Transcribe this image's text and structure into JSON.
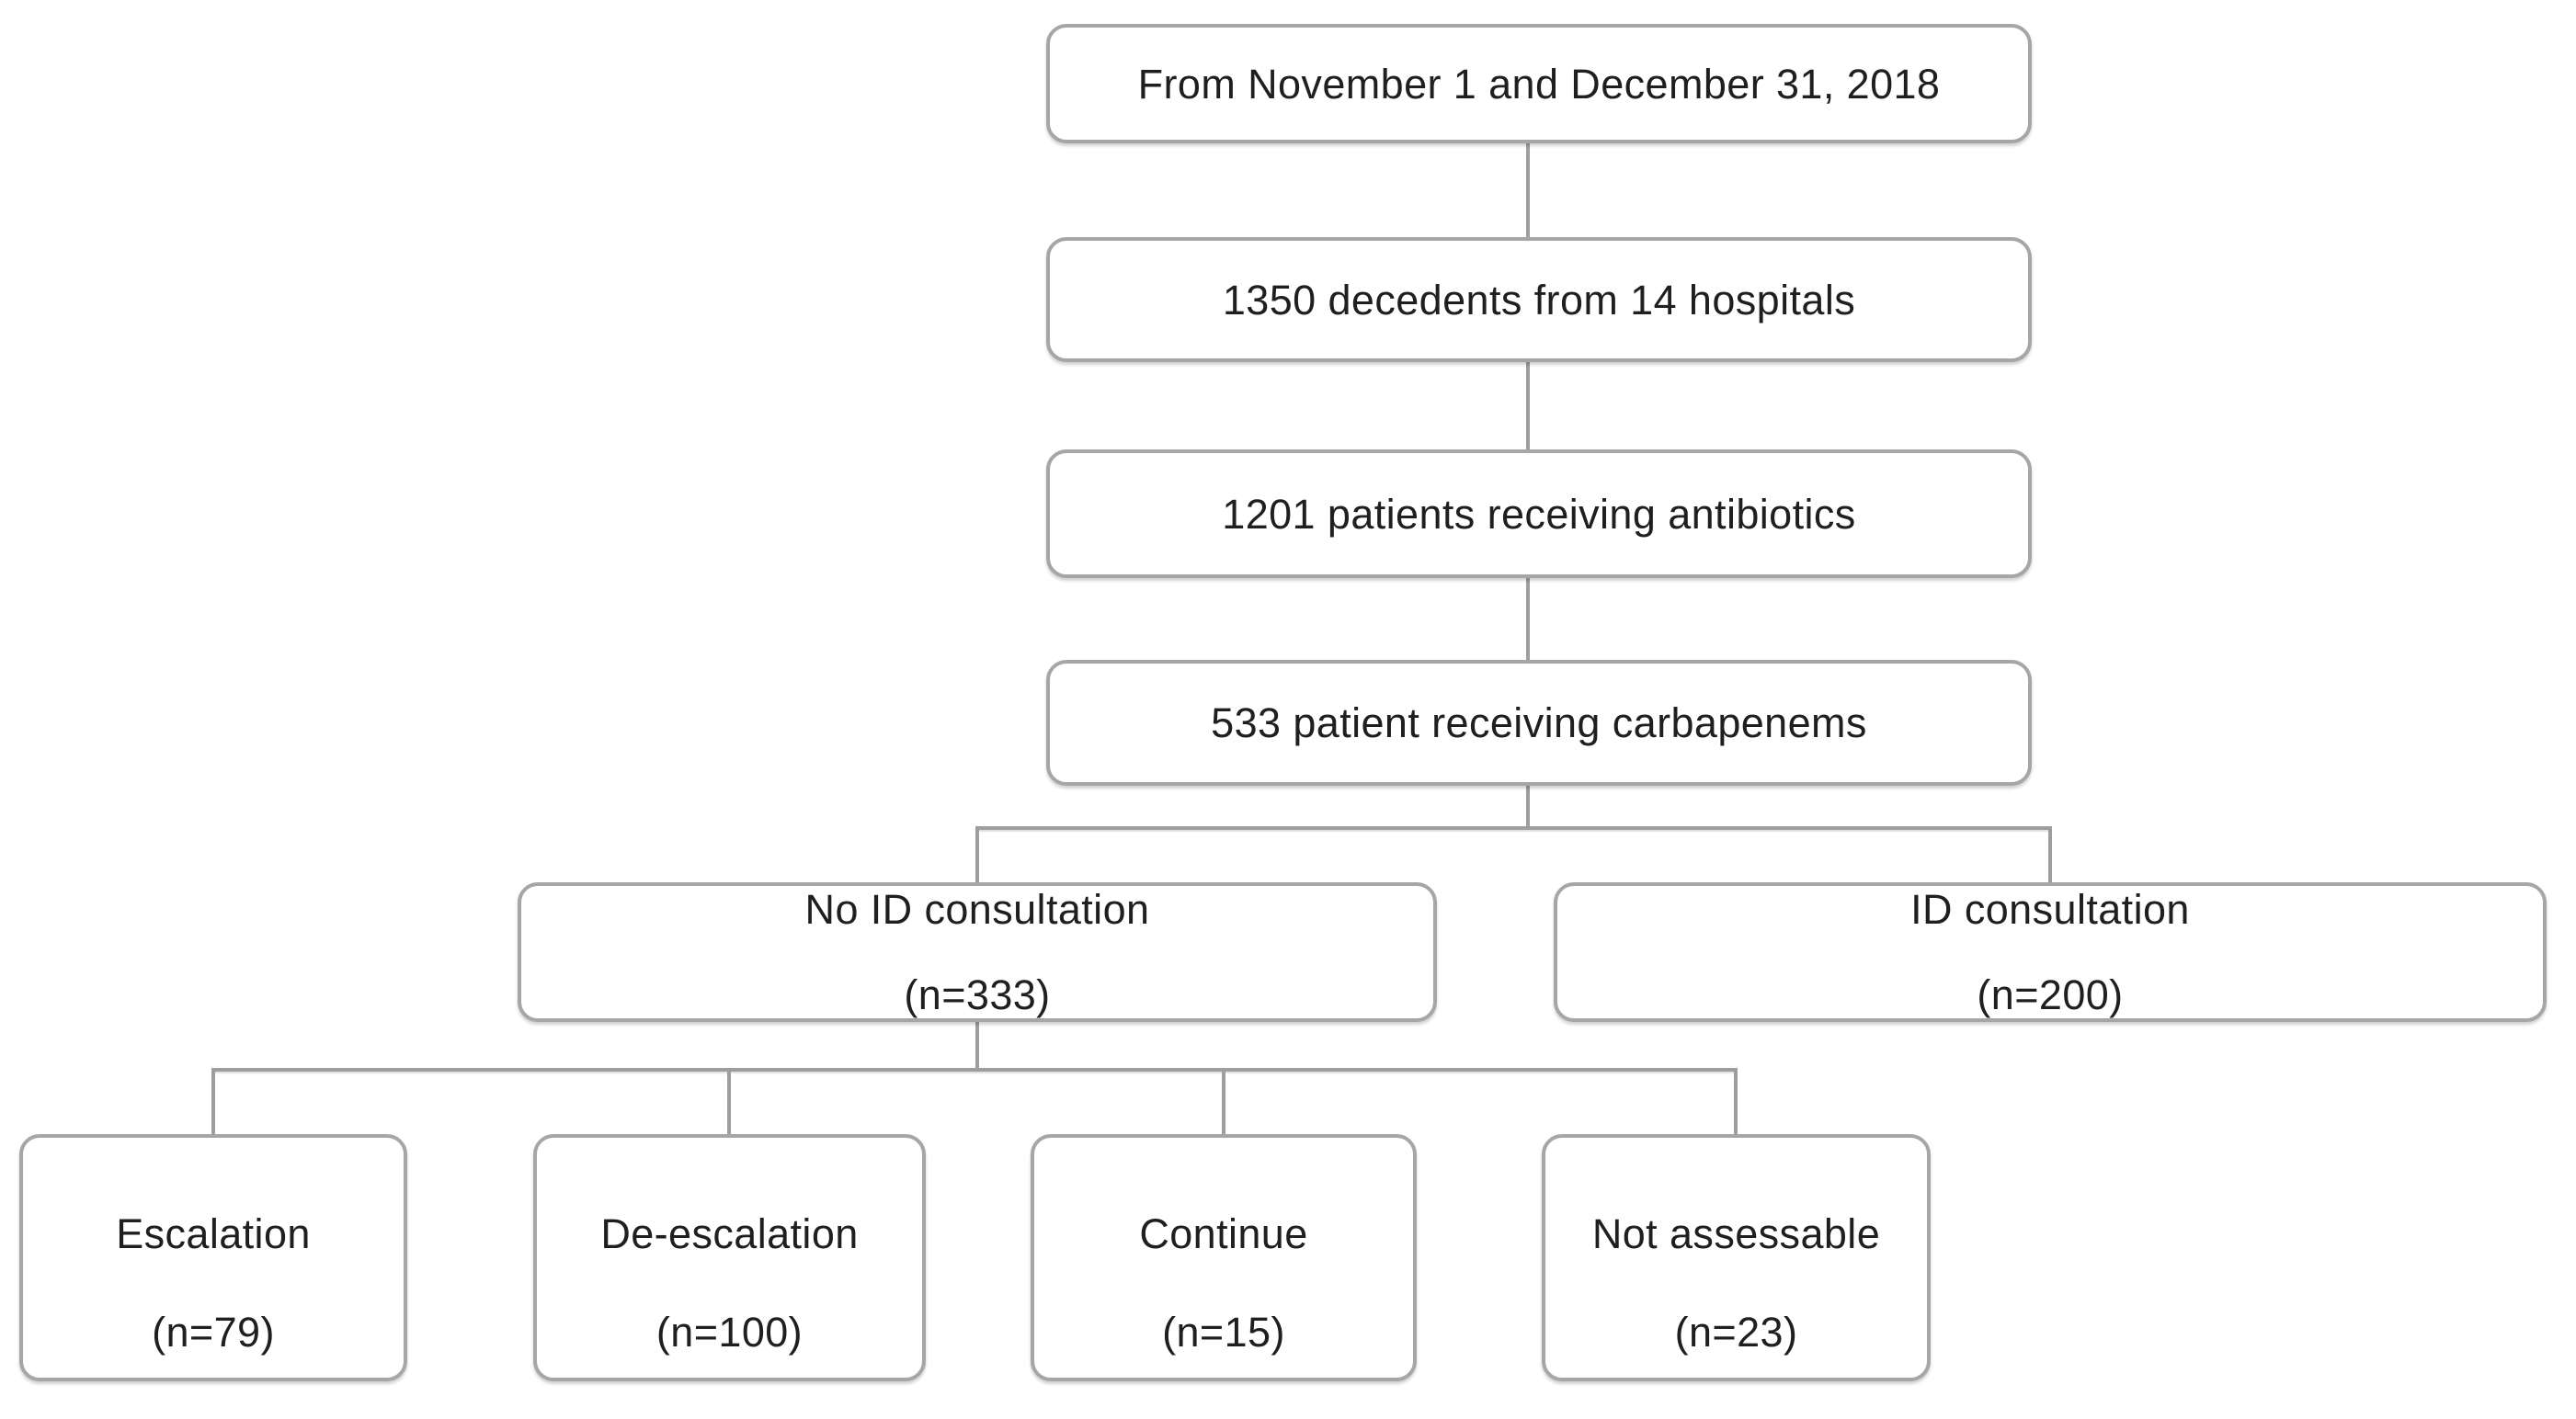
{
  "figure": {
    "type": "flowchart",
    "background": "#ffffff",
    "box_border_color": "#a6a6a6",
    "connector_color": "#9e9e9e",
    "text_color": "#1f1f1f",
    "nodes": {
      "period": {
        "label": "From November 1 and December 31, 2018"
      },
      "decedents": {
        "label": "1350 decedents from 14 hospitals"
      },
      "antibiotics": {
        "label": "1201 patients receiving antibiotics"
      },
      "carbapenems": {
        "label": "533 patient receiving carbapenems"
      },
      "no_id": {
        "label": "No ID consultation",
        "count": "(n=333)"
      },
      "id": {
        "label": "ID consultation",
        "count": "(n=200)"
      },
      "escalation": {
        "label": "Escalation",
        "count": "(n=79)"
      },
      "de_escalation": {
        "label": "De-escalation",
        "count": "(n=100)"
      },
      "continue": {
        "label": "Continue",
        "count": "(n=15)"
      },
      "not_assessable": {
        "label": "Not assessable",
        "count": "(n=23)"
      }
    },
    "edges": [
      {
        "from": "period",
        "to": "decedents"
      },
      {
        "from": "decedents",
        "to": "antibiotics"
      },
      {
        "from": "antibiotics",
        "to": "carbapenems"
      },
      {
        "from": "carbapenems",
        "to": "no_id"
      },
      {
        "from": "carbapenems",
        "to": "id"
      },
      {
        "from": "no_id",
        "to": "escalation"
      },
      {
        "from": "no_id",
        "to": "de_escalation"
      },
      {
        "from": "no_id",
        "to": "continue"
      },
      {
        "from": "no_id",
        "to": "not_assessable"
      }
    ]
  }
}
